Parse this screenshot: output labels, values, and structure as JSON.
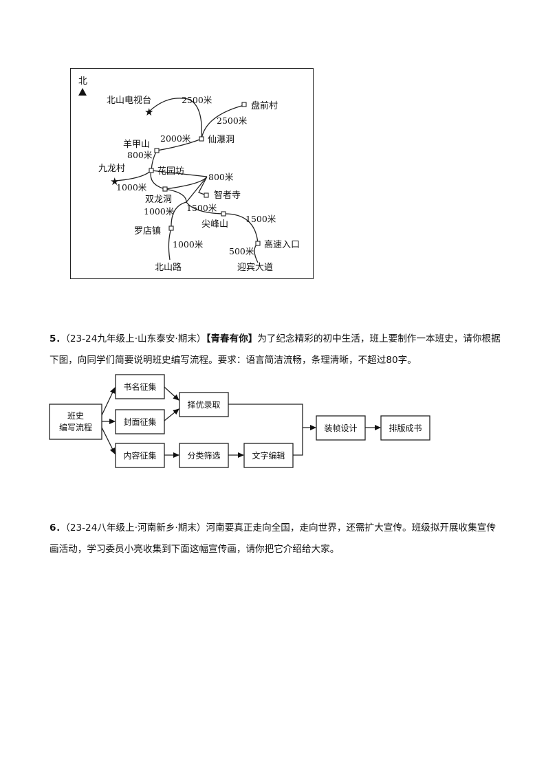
{
  "map": {
    "north_label": "北",
    "places": {
      "tv_tower": "北山电视台",
      "panqian": "盘前村",
      "xianpu": "仙瀑洞",
      "yangjia": "羊甲山",
      "jiulong": "九龙村",
      "huayuan": "花园坊",
      "shuanglong": "双龙洞",
      "zhizhe": "智者寺",
      "jianfeng": "尖峰山",
      "luodian": "罗店镇",
      "gaosu": "高速入口",
      "beishanlu": "北山路",
      "yingbin": "迎宾大道"
    },
    "distances": {
      "d_tv": "2500米",
      "d_panqian": "2500米",
      "d_yangjia_xianpu": "2000米",
      "d_yangjia_huayuan": "800米",
      "d_jiulong": "1000米",
      "d_zhizhe": "800米",
      "d_jianfeng_shuang": "1500米",
      "d_shuang_luodian": "1000米",
      "d_jianfeng_gaosu": "1500米",
      "d_luodian_beishan": "1000米",
      "d_gaosu_yingbin": "500米"
    }
  },
  "q5": {
    "number": "5．",
    "source": "（23-24九年级上·山东泰安·期末）",
    "tag": "【青春有你】",
    "text": "为了纪念精彩的初中生活，班上要制作一本班史，请你根据下图，向同学们简要说明班史编写流程。要求：语言简洁流畅，条理清晰，不超过80字。"
  },
  "flow": {
    "start_line1": "班史",
    "start_line2": "编写流程",
    "book_name": "书名征集",
    "cover": "封面征集",
    "content": "内容征集",
    "select": "择优录取",
    "classify": "分类筛选",
    "edit": "文字编辑",
    "binding": "装帧设计",
    "typeset": "排版成书"
  },
  "q6": {
    "number": "6．",
    "source": "（23-24八年级上·河南新乡·期末）",
    "text": "河南要真正走向全国，走向世界，还需扩大宣传。班级拟开展收集宣传画活动，学习委员小亮收集到下面这幅宣传画，请你把它介绍给大家。"
  }
}
